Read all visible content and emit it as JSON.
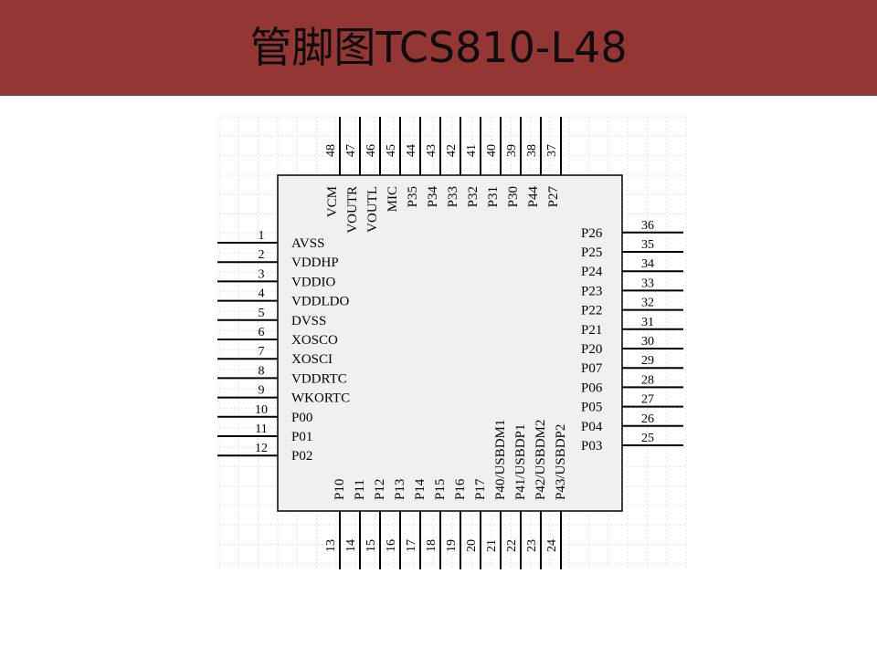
{
  "title": "管脚图TCS810-L48",
  "colors": {
    "title_bar": "#943634",
    "grid": "#e4e4e4",
    "body": "#f0f0f0"
  },
  "pins": {
    "left": [
      [
        "1",
        "AVSS"
      ],
      [
        "2",
        "VDDHP"
      ],
      [
        "3",
        "VDDIO"
      ],
      [
        "4",
        "VDDLDO"
      ],
      [
        "5",
        "DVSS"
      ],
      [
        "6",
        "XOSCO"
      ],
      [
        "7",
        "XOSCI"
      ],
      [
        "8",
        "VDDRTC"
      ],
      [
        "9",
        "WKORTC"
      ],
      [
        "10",
        "P00"
      ],
      [
        "11",
        "P01"
      ],
      [
        "12",
        "P02"
      ]
    ],
    "bottom": [
      [
        "13",
        "P10"
      ],
      [
        "14",
        "P11"
      ],
      [
        "15",
        "P12"
      ],
      [
        "16",
        "P13"
      ],
      [
        "17",
        "P14"
      ],
      [
        "18",
        "P15"
      ],
      [
        "19",
        "P16"
      ],
      [
        "20",
        "P17"
      ],
      [
        "21",
        "P40/USBDM1"
      ],
      [
        "22",
        "P41/USBDP1"
      ],
      [
        "23",
        "P42/USBDM2"
      ],
      [
        "24",
        "P43/USBDP2"
      ]
    ],
    "right": [
      [
        "25",
        "P03"
      ],
      [
        "26",
        "P04"
      ],
      [
        "27",
        "P05"
      ],
      [
        "28",
        "P06"
      ],
      [
        "29",
        "P07"
      ],
      [
        "30",
        "P20"
      ],
      [
        "31",
        "P21"
      ],
      [
        "32",
        "P22"
      ],
      [
        "33",
        "P23"
      ],
      [
        "34",
        "P24"
      ],
      [
        "35",
        "P25"
      ],
      [
        "36",
        "P26"
      ]
    ],
    "top": [
      [
        "37",
        "P27"
      ],
      [
        "38",
        "P44"
      ],
      [
        "39",
        "P30"
      ],
      [
        "40",
        "P31"
      ],
      [
        "41",
        "P32"
      ],
      [
        "42",
        "P33"
      ],
      [
        "43",
        "P34"
      ],
      [
        "44",
        "P35"
      ],
      [
        "45",
        "MIC"
      ],
      [
        "46",
        "VOUTL"
      ],
      [
        "47",
        "VOUTR"
      ],
      [
        "48",
        "VCM"
      ]
    ]
  }
}
